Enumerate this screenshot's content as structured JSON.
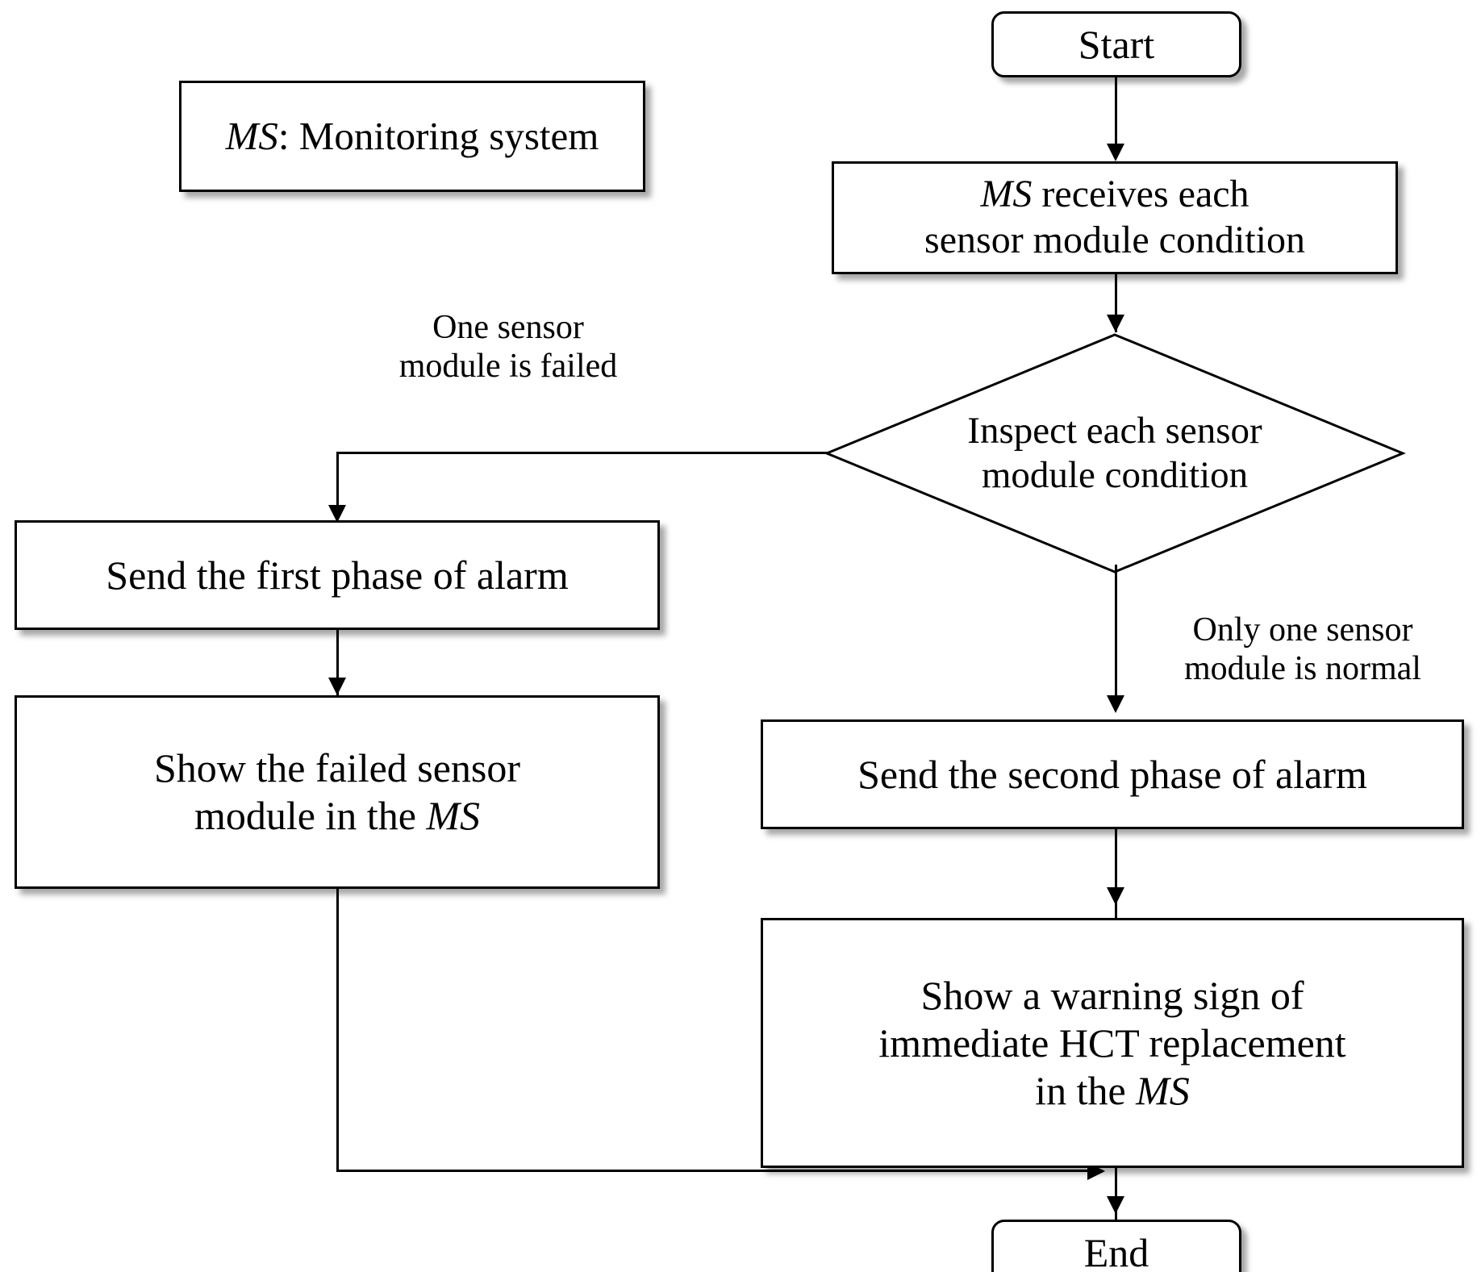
{
  "diagram": {
    "type": "flowchart",
    "title_text": "",
    "legend": {
      "abbrev": "MS",
      "separator": ": ",
      "meaning": "Monitoring system"
    },
    "nodes": {
      "start": {
        "label": "Start",
        "shape": "terminator"
      },
      "receive": {
        "label_italic": "MS",
        "label_rest": " receives each\nsensor module condition",
        "shape": "process"
      },
      "decision": {
        "label": "Inspect each sensor\nmodule condition",
        "shape": "decision"
      },
      "first_alarm": {
        "label": "Send the first phase of alarm",
        "shape": "process"
      },
      "show_failed": {
        "label_a": "Show the failed sensor\nmodule in the ",
        "label_italic": "MS",
        "shape": "process"
      },
      "second_alarm": {
        "label": "Send the second phase of alarm",
        "shape": "process"
      },
      "show_warning": {
        "label_a": "Show a warning sign of\nimmediate HCT replacement\nin the ",
        "label_italic": "MS",
        "shape": "process"
      },
      "end": {
        "label": "End",
        "shape": "terminator"
      }
    },
    "edge_labels": {
      "left_branch": "One sensor\nmodule is failed",
      "right_branch": "Only one sensor\nmodule is normal"
    },
    "colors": {
      "stroke": "#000000",
      "fill": "#ffffff",
      "text": "#000000",
      "shadow": "rgba(0,0,0,0.35)"
    }
  }
}
